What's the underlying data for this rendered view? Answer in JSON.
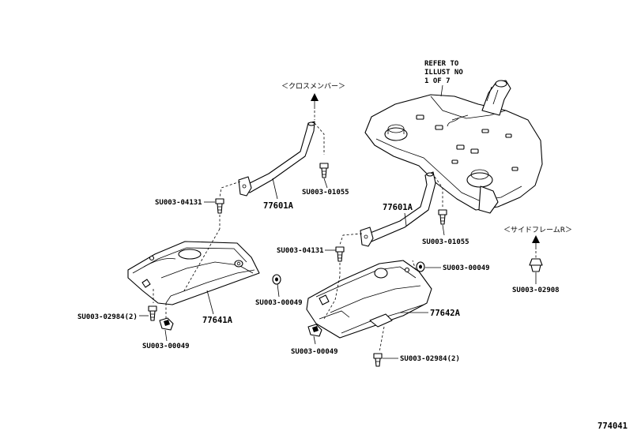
{
  "refer_note": [
    "REFER TO",
    "ILLUST NO",
    "1 OF 7"
  ],
  "crossmember_label": "＜クロスメンバー＞",
  "side_frame_label": "＜サイドフレームR＞",
  "parts": {
    "p77601a_left": "77601A",
    "p77601a_right": "77601A",
    "p77641a": "77641A",
    "p77642a": "77642A"
  },
  "fasteners": {
    "su_04131_left": "SU003-04131",
    "su_01055_left": "SU003-01055",
    "su_04131_right": "SU003-04131",
    "su_01055_right": "SU003-01055",
    "su_00049_right_top": "SU003-00049",
    "su_00049_left_mid": "SU003-00049",
    "su_02984_left": "SU003-02984(2)",
    "su_00049_left_bot": "SU003-00049",
    "su_00049_center_bot": "SU003-00049",
    "su_02984_right": "SU003-02984(2)",
    "su_02908": "SU003-02908"
  },
  "illustration_number": "774041"
}
